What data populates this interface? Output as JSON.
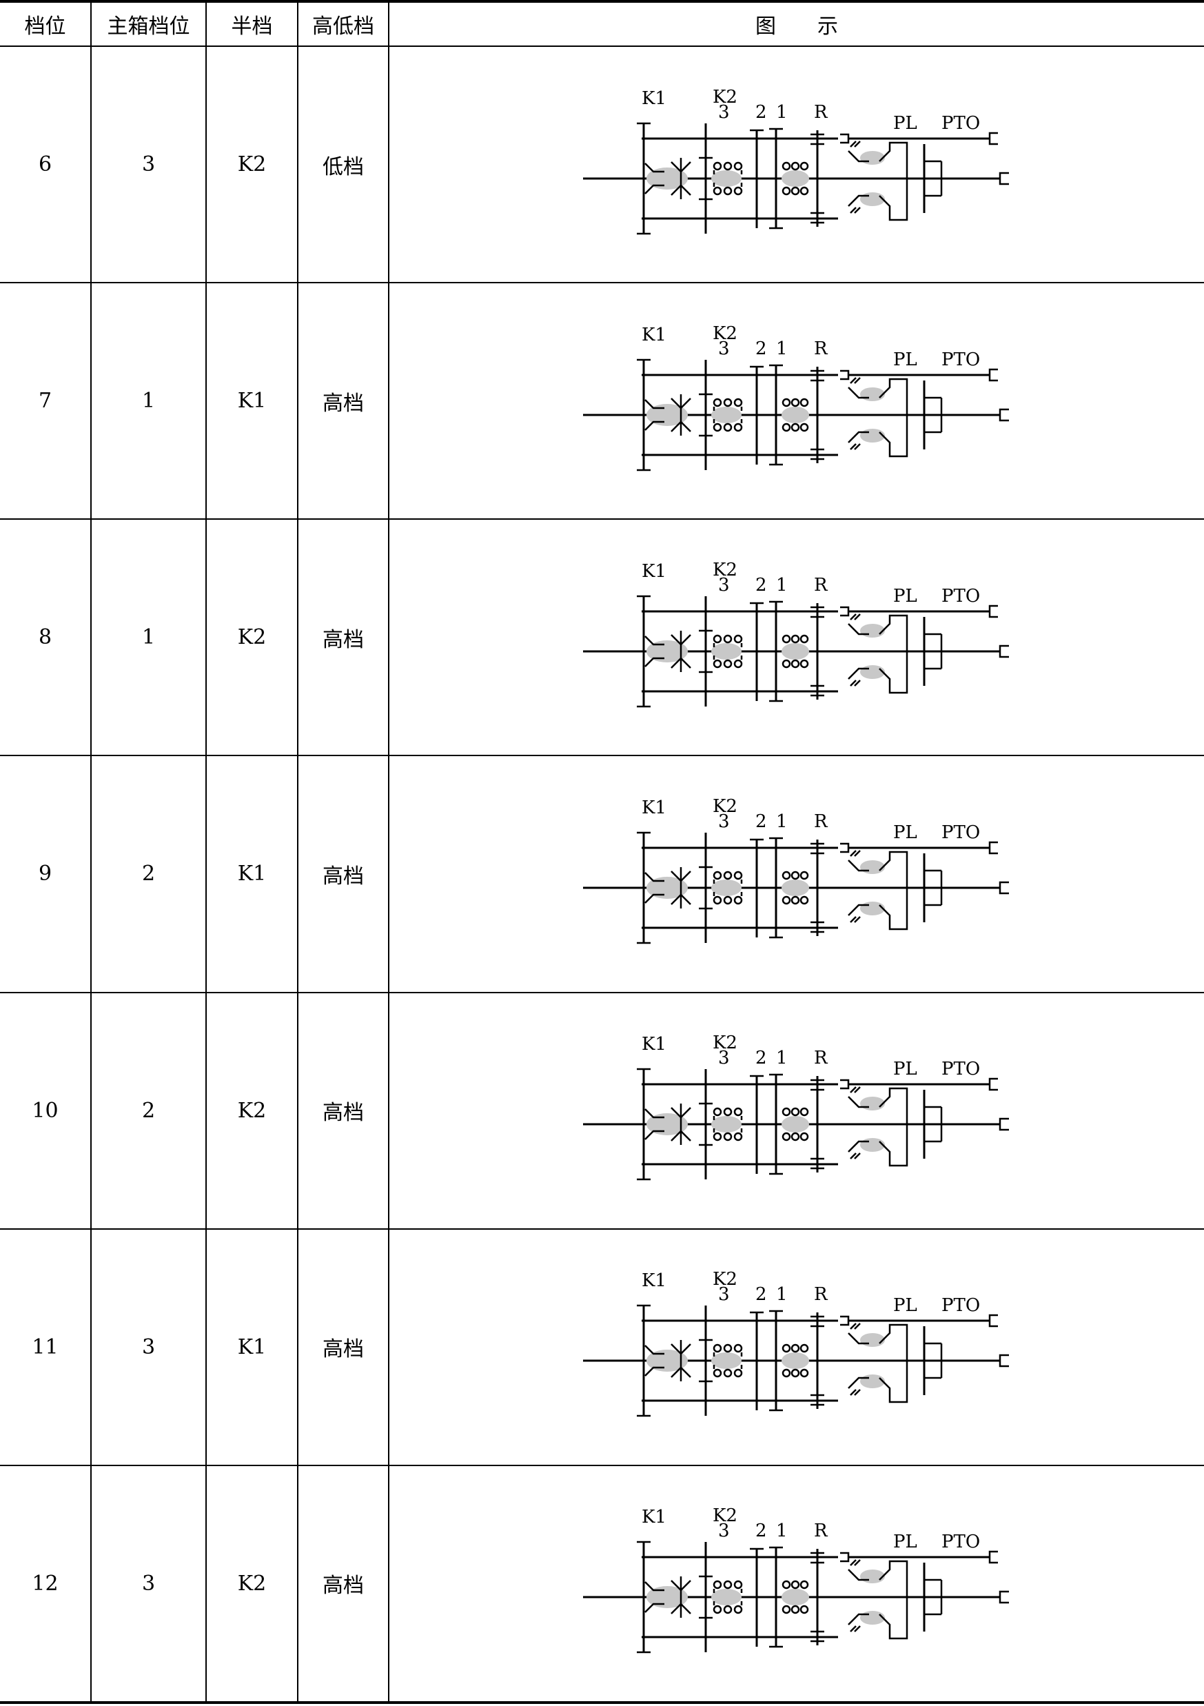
{
  "headers": {
    "gear": "档位",
    "main_box_gear": "主箱档位",
    "half_gear": "半档",
    "range": "高低档",
    "diagram": "图　　示"
  },
  "rows": [
    {
      "gear": "6",
      "main": "3",
      "half": "K2",
      "range": "低档"
    },
    {
      "gear": "7",
      "main": "1",
      "half": "K1",
      "range": "高档"
    },
    {
      "gear": "8",
      "main": "1",
      "half": "K2",
      "range": "高档"
    },
    {
      "gear": "9",
      "main": "2",
      "half": "K1",
      "range": "高档"
    },
    {
      "gear": "10",
      "main": "2",
      "half": "K2",
      "range": "高档"
    },
    {
      "gear": "11",
      "main": "3",
      "half": "K1",
      "range": "高档"
    },
    {
      "gear": "12",
      "main": "3",
      "half": "K2",
      "range": "高档"
    }
  ],
  "diagram_labels": {
    "k1": "K1",
    "k2": "K2",
    "g3": "3",
    "g2": "2",
    "g1": "1",
    "r": "R",
    "pl": "PL",
    "pto": "PTO"
  }
}
